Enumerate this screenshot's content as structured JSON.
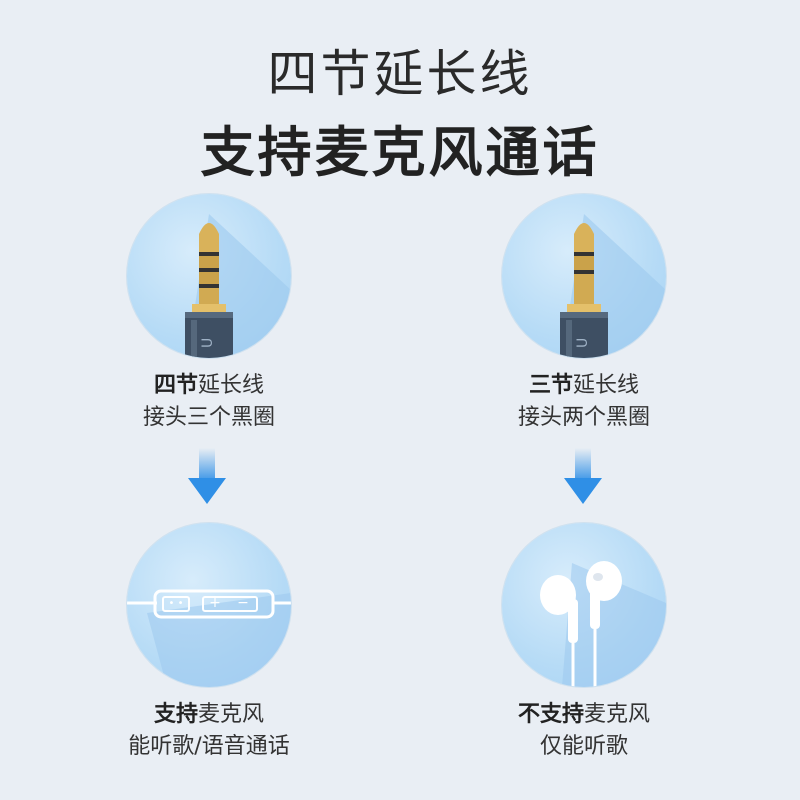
{
  "heading": {
    "line1": "四节延长线",
    "line2": "支持麦克风通话"
  },
  "panels": [
    {
      "caption_bold": "四节",
      "caption_rest": "延长线",
      "caption_line2": "接头三个黑圈"
    },
    {
      "caption_bold": "三节",
      "caption_rest": "延长线",
      "caption_line2": "接头两个黑圈"
    },
    {
      "caption_bold": "支持",
      "caption_rest": "麦克风",
      "caption_line2": "能听歌/语音通话"
    },
    {
      "caption_bold": "不支持",
      "caption_rest": "麦克风",
      "caption_line2": "仅能听歌"
    }
  ],
  "remote_labels": {
    "left": "• •",
    "plus": "+",
    "minus": "−"
  },
  "colors": {
    "background": "#e9eef4",
    "circle": "#b6dbf6",
    "arrow": "#2f8fe6",
    "gold": "#c9a24a"
  }
}
